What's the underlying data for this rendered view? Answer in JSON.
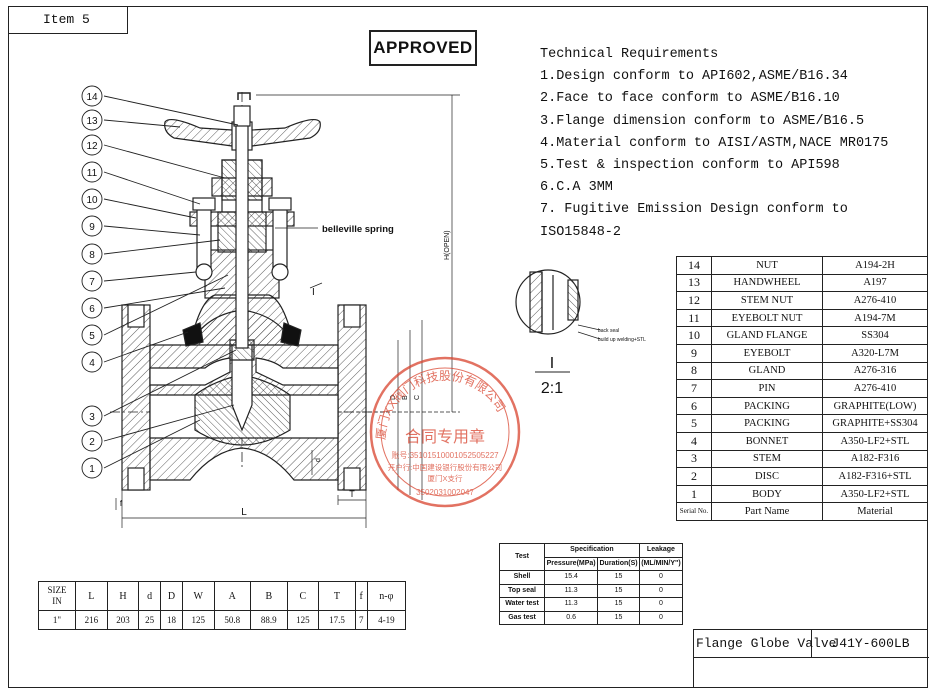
{
  "header": {
    "item_label": "Item 5",
    "stamp": "APPROVED"
  },
  "requirements": {
    "title": "Technical Requirements",
    "items": [
      "1.Design conform to API602,ASME/B16.34",
      "2.Face to face conform to ASME/B16.10",
      "3.Flange dimension conform to ASME/B16.5",
      "4.Material conform to AISI/ASTM,NACE MR0175",
      "5.Test & inspection conform to API598",
      "6.C.A 3MM",
      "7. Fugitive Emission Design conform to",
      "ISO15848-2"
    ]
  },
  "drawing": {
    "callouts": [
      "14",
      "13",
      "12",
      "11",
      "10",
      "9",
      "8",
      "7",
      "6",
      "5",
      "4",
      "3",
      "2",
      "1"
    ],
    "belleville_label": "belleville spring",
    "detail_mark": "I",
    "detail_scale_top": "I",
    "detail_scale_bottom": "2:1",
    "back_seal_label": "back seal",
    "welding_label": "build up welding+STL",
    "dim_h": "H(OPEN)",
    "dim_l": "L",
    "dim_t": "T",
    "dim_f": "f",
    "dim_d": "d",
    "dim_d_big": "D",
    "dim_b": "B",
    "dim_c": "C"
  },
  "stamp_seal": {
    "ring_text": "厦门XX阀门科技股份有限公司",
    "center": "合同专用章",
    "account": "账号:35101510001052505227",
    "bank": "开户行:中国建设银行股份有限公司",
    "branch": "厦门X支行",
    "code": "3502031002047"
  },
  "parts_table": {
    "rows": [
      {
        "no": "14",
        "part": "NUT",
        "material": "A194-2H"
      },
      {
        "no": "13",
        "part": "HANDWHEEL",
        "material": "A197"
      },
      {
        "no": "12",
        "part": "STEM NUT",
        "material": "A276-410"
      },
      {
        "no": "11",
        "part": "EYEBOLT NUT",
        "material": "A194-7M"
      },
      {
        "no": "10",
        "part": "GLAND FLANGE",
        "material": "SS304"
      },
      {
        "no": "9",
        "part": "EYEBOLT",
        "material": "A320-L7M"
      },
      {
        "no": "8",
        "part": "GLAND",
        "material": "A276-316"
      },
      {
        "no": "7",
        "part": "PIN",
        "material": "A276-410"
      },
      {
        "no": "6",
        "part": "PACKING",
        "material": "GRAPHITE(LOW)"
      },
      {
        "no": "5",
        "part": "PACKING",
        "material": "GRAPHITE+SS304"
      },
      {
        "no": "4",
        "part": "BONNET",
        "material": "A350-LF2+STL"
      },
      {
        "no": "3",
        "part": "STEM",
        "material": "A182-F316"
      },
      {
        "no": "2",
        "part": "DISC",
        "material": "A182-F316+STL"
      },
      {
        "no": "1",
        "part": "BODY",
        "material": "A350-LF2+STL"
      }
    ],
    "footer": {
      "no": "Serial No.",
      "part": "Part Name",
      "material": "Material"
    }
  },
  "spec_table": {
    "group_header": "Specification",
    "leakage_header": "Leakage",
    "columns": [
      "Test",
      "Pressure(MPa)",
      "Duration(S)",
      "(ML/MIN/Y\")"
    ],
    "rows": [
      {
        "test": "Shell",
        "pressure": "15.4",
        "duration": "15",
        "leakage": "0"
      },
      {
        "test": "Top seal",
        "pressure": "11.3",
        "duration": "15",
        "leakage": "0"
      },
      {
        "test": "Water test",
        "pressure": "11.3",
        "duration": "15",
        "leakage": "0"
      },
      {
        "test": "Gas test",
        "pressure": "0.6",
        "duration": "15",
        "leakage": "0"
      }
    ]
  },
  "dim_table": {
    "size_label_1": "SIZE",
    "size_label_2": "IN",
    "headers": [
      "L",
      "H",
      "d",
      "D",
      "W",
      "A",
      "B",
      "C",
      "T",
      "f",
      "n-φ"
    ],
    "size": "1\"",
    "values": [
      "216",
      "203",
      "25",
      "18",
      "125",
      "50.8",
      "88.9",
      "125",
      "17.5",
      "7",
      "4-19"
    ]
  },
  "title_block": {
    "name": "Flange Globe Valve",
    "model": "J41Y-600LB"
  }
}
